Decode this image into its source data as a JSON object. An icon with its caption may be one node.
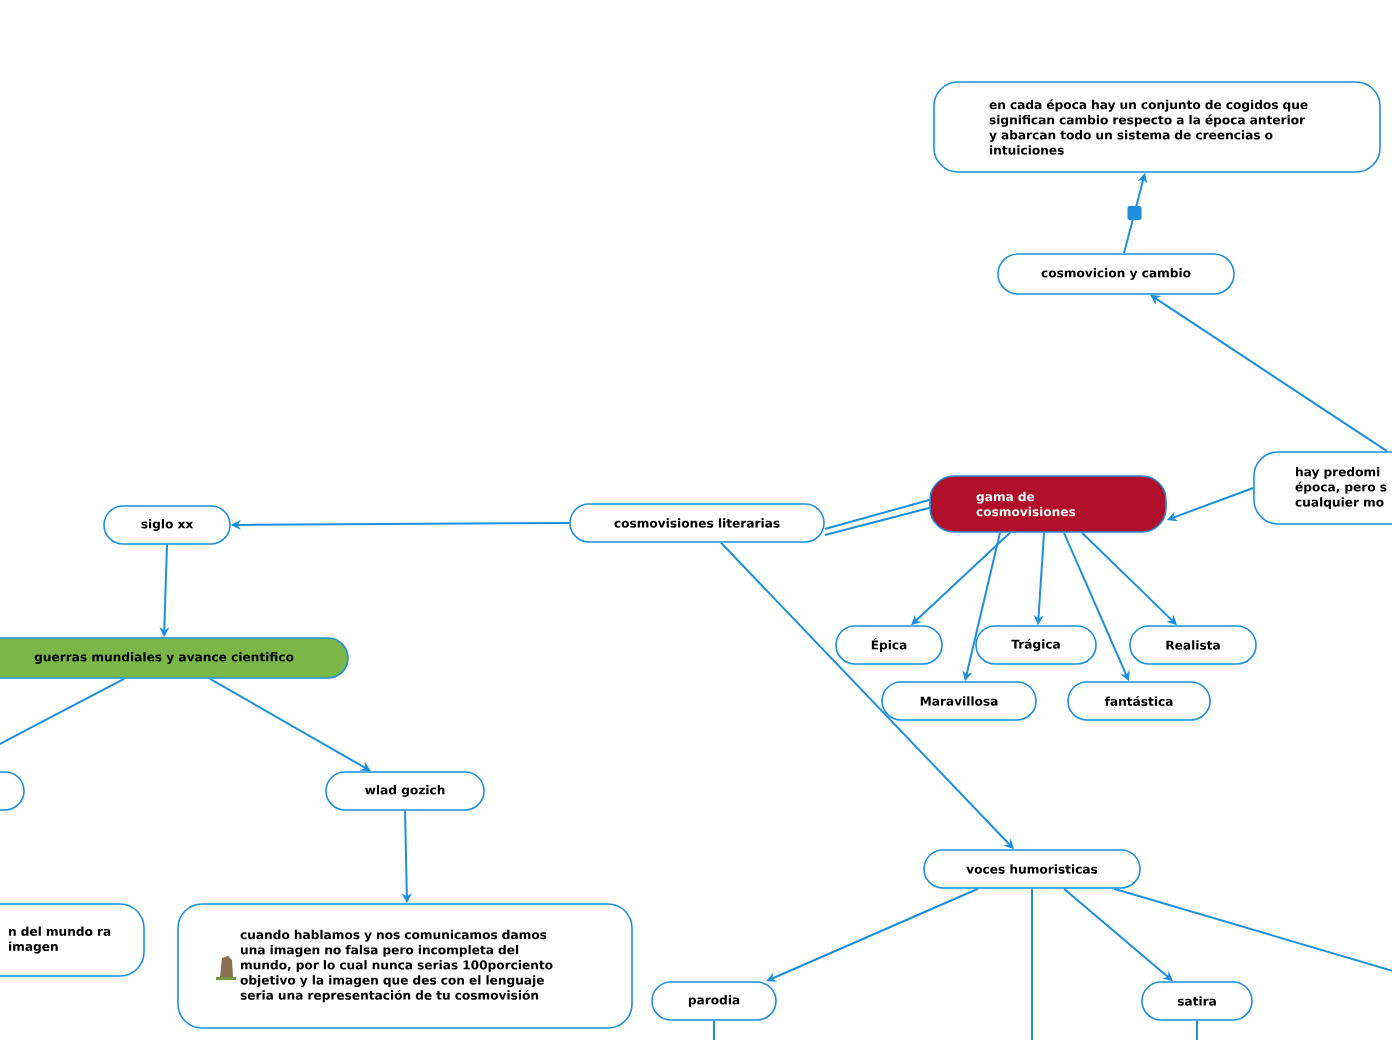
{
  "diagram": {
    "nodes": [
      {
        "text": [
          "en cada época hay un conjunto de cogidos que significan cambio respecto a la época anterior y abarcan todo un sistema de creencias o intuiciones"
        ]
      },
      {
        "text": [
          "cosmovicion y cambio"
        ]
      },
      {
        "text": [
          "hay predomi época, pero s cualquier mo"
        ]
      },
      {
        "text": [
          "gama de cosmovisiones"
        ]
      },
      {
        "text": [
          "cosmovisiones literarias"
        ]
      },
      {
        "text": [
          "siglo xx"
        ]
      },
      {
        "text": [
          "guerras mundiales y avance cientifico"
        ]
      },
      {
        "text": [
          "Épica"
        ]
      },
      {
        "text": [
          "Trágica"
        ]
      },
      {
        "text": [
          "Realista"
        ]
      },
      {
        "text": [
          "Maravillosa"
        ]
      },
      {
        "text": [
          "fantástica"
        ]
      },
      {
        "text": [],
        "shape": "box"
      },
      {
        "text": [
          "wlad gozich"
        ]
      },
      {
        "text": [
          "n del mundo ra imagen"
        ]
      },
      {
        "text": [
          "cuando hablamos y nos comunicamos damos una imagen no falsa pero incompleta del mundo, por lo cual nunca serias 100porciento objetivo y la imagen que des con el lenguaje seria una representación de tu cosmovisión"
        ]
      },
      {
        "text": [
          "voces humoristicas"
        ]
      },
      {
        "text": [
          "parodia"
        ]
      },
      {
        "text": [
          "satira"
        ]
      }
    ],
    "edges": [
      {
        "from": 1,
        "to": 0,
        "arrow": "to"
      },
      {
        "from": 2,
        "to": 1,
        "arrow": "to"
      },
      {
        "from": 2,
        "to": 3,
        "arrow": "to"
      },
      {
        "from": 3,
        "to": 4,
        "arrow": "none"
      },
      {
        "from": 3,
        "to": 4,
        "arrow": "none"
      },
      {
        "from": 4,
        "to": 5,
        "arrow": "to"
      },
      {
        "from": 5,
        "to": 6,
        "arrow": "to"
      },
      {
        "from": 6,
        "to": 12,
        "arrow": "none"
      },
      {
        "from": 6,
        "to": 13,
        "arrow": "to"
      },
      {
        "from": 13,
        "to": 15,
        "arrow": "to"
      },
      {
        "from": 4,
        "to": 16,
        "arrow": "to"
      },
      {
        "from": 3,
        "to": 7,
        "arrow": "to"
      },
      {
        "from": 3,
        "to": 8,
        "arrow": "to"
      },
      {
        "from": 3,
        "to": 10,
        "arrow": "to"
      },
      {
        "from": 3,
        "to": 11,
        "arrow": "to"
      },
      {
        "from": 3,
        "to": 9,
        "arrow": "to"
      },
      {
        "from": 16,
        "to": 17,
        "arrow": "to"
      },
      {
        "from": 16,
        "to": null,
        "arrow": "none"
      },
      {
        "from": 16,
        "to": 18,
        "arrow": "to"
      },
      {
        "from": 16,
        "to": null,
        "arrow": "none"
      },
      {
        "from": 17,
        "to": null,
        "arrow": "none"
      },
      {
        "from": 18,
        "to": null,
        "arrow": "none"
      }
    ]
  }
}
